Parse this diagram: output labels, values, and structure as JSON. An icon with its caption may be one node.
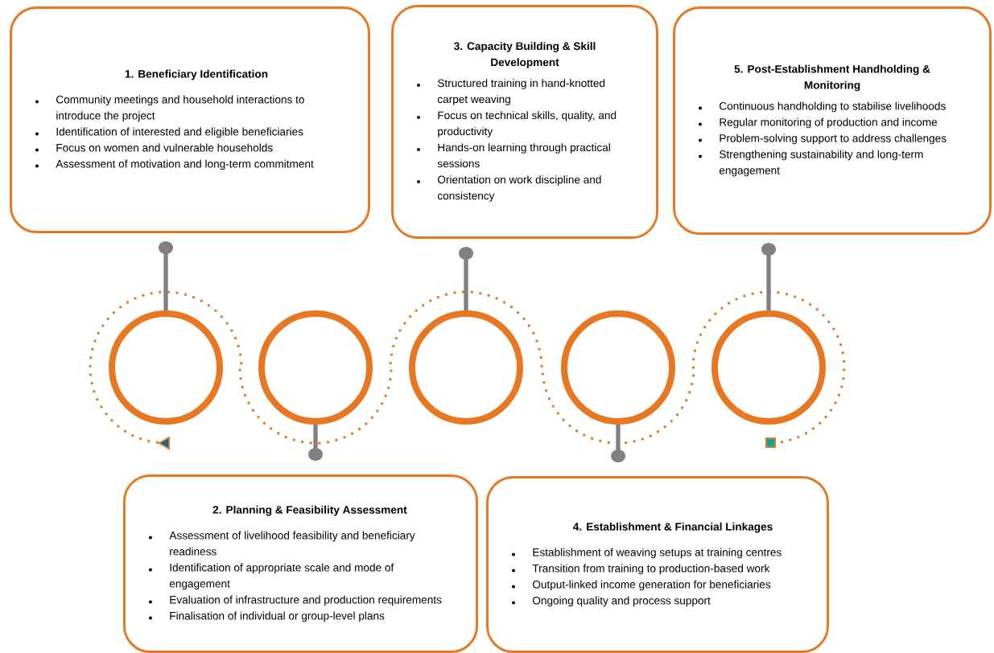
{
  "diagram": {
    "nodes": [
      {
        "text": [
          "1. Beneficiary Identification",
          "Community meetings and household interactions to introduce the project",
          "Identification of interested and eligible beneficiaries",
          "Focus on women and vulnerable households",
          "Assessment of motivation and long-term commitment"
        ]
      },
      {
        "text": [
          "2. Planning & Feasibility Assessment",
          "Assessment of livelihood feasibility and beneficiary readiness",
          "Identification of appropriate scale and mode of engagement",
          "Evaluation of infrastructure and production requirements",
          "Finalisation of individual or group-level plans"
        ]
      },
      {
        "text": [
          "3. Capacity Building & Skill Development",
          "Structured training in hand-knotted carpet weaving",
          "Focus on technical skills, quality, and productivity",
          "Hands-on learning through practical sessions",
          "Orientation on work discipline and consistency"
        ]
      },
      {
        "text": [
          "4. Establishment & Financial Linkages",
          "Establishment of weaving setups at training centres",
          "Transition from training to production-based work",
          "Output-linked income generation for beneficiaries",
          "Ongoing quality and process support"
        ]
      },
      {
        "text": [
          "5. Post-Establishment Handholding & Monitoring",
          "Continuous handholding to stabilise livelihoods",
          "Regular monitoring of production and income",
          "Problem-solving support to address challenges",
          "Strengthening sustainability and long-term engagement"
        ]
      },
      {
        "text": [],
        "shape": "circle"
      },
      {
        "text": [],
        "shape": "circle"
      },
      {
        "text": [],
        "shape": "circle"
      },
      {
        "text": [],
        "shape": "circle"
      },
      {
        "text": [],
        "shape": "circle"
      }
    ],
    "edges": [
      {
        "from": 0,
        "to": 5,
        "arrow": "other"
      },
      {
        "from": 1,
        "to": 6,
        "arrow": "other"
      },
      {
        "from": 2,
        "to": 7,
        "arrow": "other"
      },
      {
        "from": 3,
        "to": 8,
        "arrow": "other"
      },
      {
        "from": 4,
        "to": 9,
        "arrow": "other"
      }
    ]
  }
}
